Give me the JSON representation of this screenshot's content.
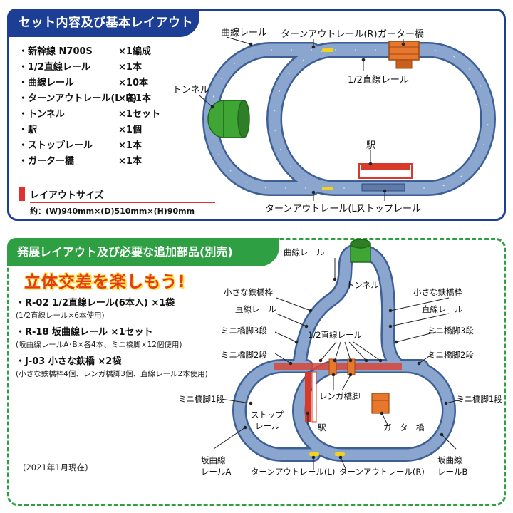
{
  "section1": {
    "title": "セット内容及び基本レイアウト",
    "parts": [
      {
        "name": "・新幹線 N700S",
        "qty": "×1編成"
      },
      {
        "name": "・1/2直線レール",
        "qty": "×1本"
      },
      {
        "name": "・曲線レール",
        "qty": "×10本"
      },
      {
        "name": "・ターンアウトレール(L･R)",
        "qty": "×各1本"
      },
      {
        "name": "・トンネル",
        "qty": "×1セット"
      },
      {
        "name": "・駅",
        "qty": "×1個"
      },
      {
        "name": "・ストップレール",
        "qty": "×1本"
      },
      {
        "name": "・ガーター橋",
        "qty": "×1本"
      }
    ],
    "size_label": "レイアウトサイズ",
    "size_value": "約：(W)940mm×(D)510mm×(H)90mm",
    "labels": {
      "curve": "曲線レール",
      "turnout_r": "ターンアウトレール(R)",
      "girder": "ガーター橋",
      "tunnel": "トンネル",
      "half": "1/2直線レール",
      "station": "駅",
      "turnout_l": "ターンアウトレール(L)",
      "stop": "ストップレール"
    }
  },
  "section2": {
    "title": "発展レイアウト及び必要な追加部品(別売)",
    "catch": "立体交差を楽しもう!",
    "items": [
      {
        "main": "・R-02 1/2直線レール(6本入) ×1袋",
        "sub": "(1/2直線レール×6本使用)"
      },
      {
        "main": "・R-18 坂曲線レール ×1セット",
        "sub": "(坂曲線レールA･B×各4本、ミニ橋脚×12個使用)"
      },
      {
        "main": "・J-03 小さな鉄橋 ×2袋",
        "sub": "(小さな鉄橋枠4個、レンガ橋脚3個、直線レール2本使用)"
      }
    ],
    "date": "(2021年1月現在)",
    "labels": {
      "curve": "曲線レール",
      "tunnel": "トンネル",
      "small_bridge_l": "小さな鉄橋枠",
      "small_bridge_r": "小さな鉄橋枠",
      "straight_l": "直線レール",
      "straight_r": "直線レール",
      "mini3_l": "ミニ橋脚3段",
      "mini3_r": "ミニ橋脚3段",
      "half": "1/2直線レール",
      "mini2_l": "ミニ橋脚2段",
      "mini2_r": "ミニ橋脚2段",
      "brick": "レンガ橋脚",
      "mini1_l": "ミニ橋脚1段",
      "mini1_r": "ミニ橋脚1段",
      "stop1": "ストップ",
      "stop2": "レール",
      "station": "駅",
      "girder": "ガーター橋",
      "slope_a1": "坂曲線",
      "slope_a2": "レールA",
      "slope_b1": "坂曲線",
      "slope_b2": "レールB",
      "turnout_l": "ターンアウトレール(L)",
      "turnout_r": "ターンアウトレール(R)"
    }
  },
  "colors": {
    "track": "#7f9cc6",
    "track_edge": "#3e5f95",
    "blue_frame": "#1c3f95",
    "green_frame": "#2ea043",
    "tunnel": "#3fa535",
    "girder": "#e8772e",
    "station": "#d83a2a",
    "catch": "#e43a1a"
  }
}
